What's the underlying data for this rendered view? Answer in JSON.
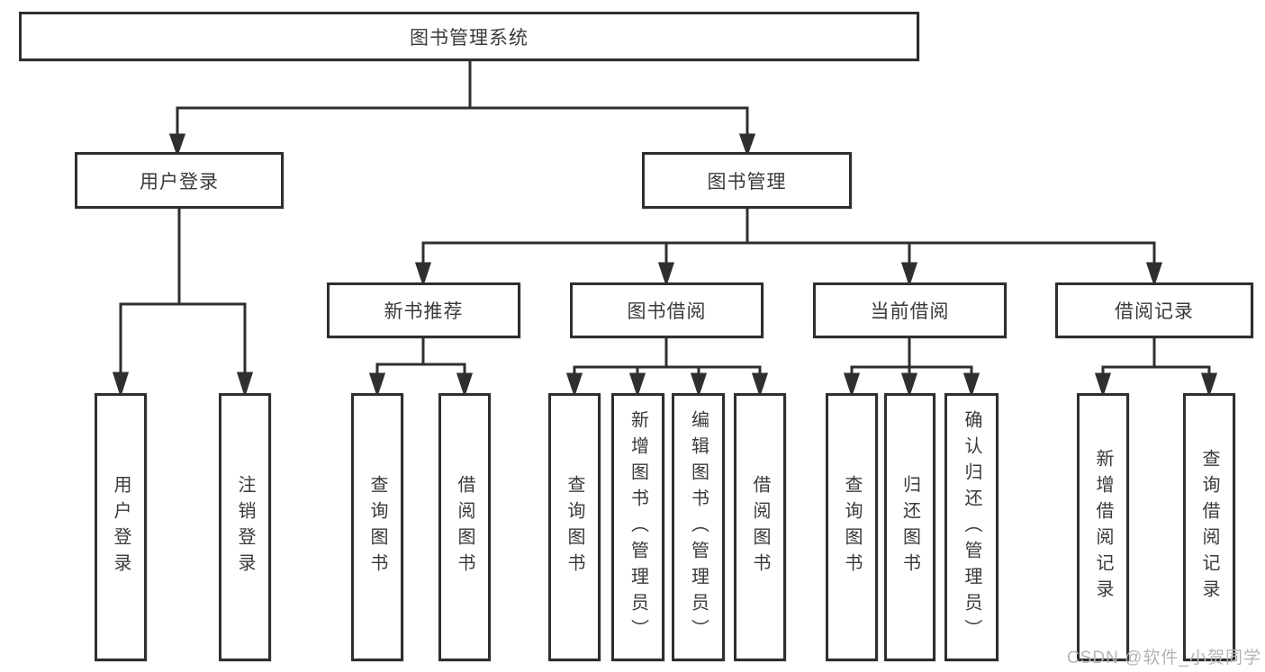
{
  "nodes": {
    "root": "图书管理系统",
    "level2": [
      "用户登录",
      "图书管理"
    ],
    "level3": [
      "新书推荐",
      "图书借阅",
      "当前借阅",
      "借阅记录"
    ],
    "leaves": [
      "用户登录",
      "注销登录",
      "查询图书",
      "借阅图书",
      "查询图书",
      "新增图书（管理员）",
      "编辑图书（管理员）",
      "借阅图书",
      "查询图书",
      "归还图书",
      "确认归还（管理员）",
      "新增借阅记录",
      "查询借阅记录"
    ]
  },
  "watermark": "CSDN @软件_小贺同学",
  "colors": {
    "line": "#2f2f2f",
    "text": "#3a3a3a",
    "watermark": "#b4b4b4",
    "background": "#ffffff"
  }
}
